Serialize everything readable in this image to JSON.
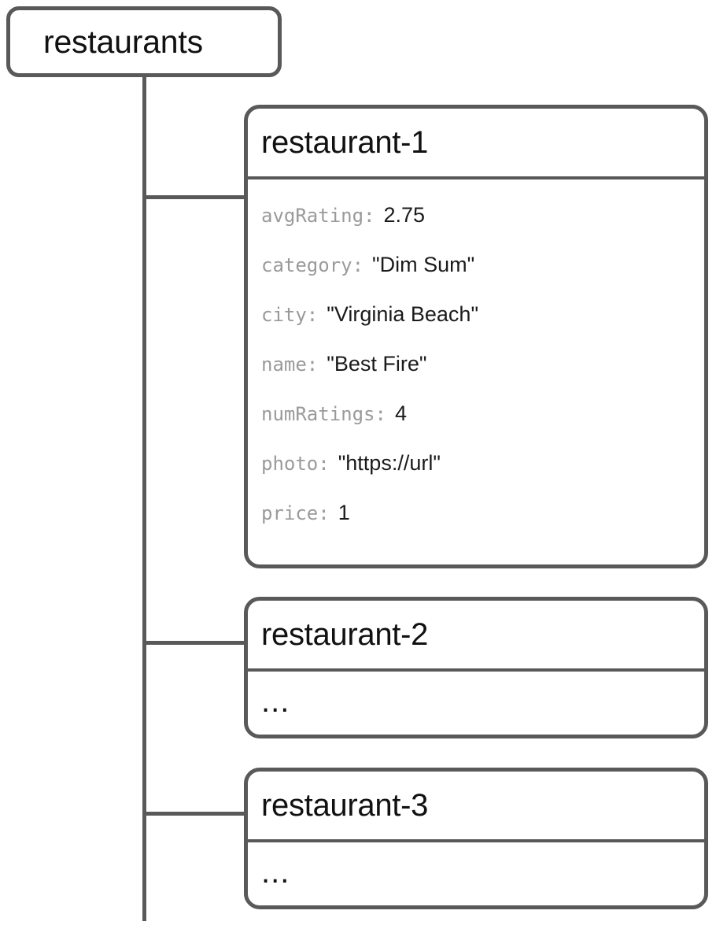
{
  "diagram": {
    "type": "tree",
    "root": {
      "label": "restaurants",
      "kind": "collection"
    },
    "children": [
      {
        "id": "restaurant-1",
        "title": "restaurant-1",
        "kind": "document",
        "fields": [
          {
            "key": "avgRating",
            "colon": ":",
            "value": "2.75"
          },
          {
            "key": "category",
            "colon": ":",
            "value": "\"Dim Sum\""
          },
          {
            "key": "city",
            "colon": ":",
            "value": "\"Virginia Beach\""
          },
          {
            "key": "name",
            "colon": ":",
            "value": "\"Best Fire\""
          },
          {
            "key": "numRatings",
            "colon": ":",
            "value": "4"
          },
          {
            "key": "photo",
            "colon": ":",
            "value": "\"https://url\""
          },
          {
            "key": "price",
            "colon": ":",
            "value": "1"
          }
        ]
      },
      {
        "id": "restaurant-2",
        "title": "restaurant-2",
        "kind": "document",
        "placeholder": "..."
      },
      {
        "id": "restaurant-3",
        "title": "restaurant-3",
        "kind": "document",
        "placeholder": "..."
      }
    ]
  },
  "colors": {
    "stroke": "#595959",
    "key_text": "#9a9a9a",
    "value_text": "#1b1b1b",
    "title_text": "#111111",
    "background": "#ffffff"
  }
}
